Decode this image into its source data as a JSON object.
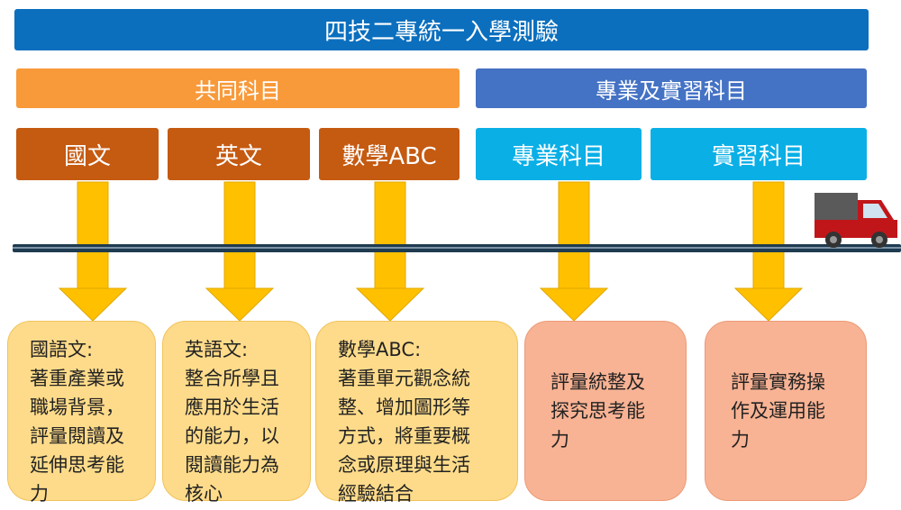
{
  "header": {
    "title": "四技二專統一入學測驗"
  },
  "groups": {
    "common": "共同科目",
    "professional": "專業及實習科目"
  },
  "subjects": [
    "國文",
    "英文",
    "數學ABC",
    "專業科目",
    "實習科目"
  ],
  "descriptions": [
    "國語文:\n著重產業或\n職場背景，\n評量閱讀及\n延伸思考能\n力",
    "英語文:\n整合所學且\n應用於生活\n的能力，以\n閱讀能力為\n核心",
    "數學ABC:\n著重單元觀念統\n整、增加圖形等\n方式，將重要概\n念或原理與生活\n經驗結合",
    "評量統整及\n探究思考能\n力",
    "評量實務操\n作及運用能\n力"
  ],
  "colors": {
    "title": "#0b6fbe",
    "common": "#f89a3a",
    "professional": "#4472c4",
    "common_subject": "#c55a11",
    "pro_subject": "#0aafe6",
    "arrow": "#ffc000",
    "road": "#1f3b50",
    "desc_common": "#fedb8a",
    "desc_pro": "#f8b394",
    "truck": "#c0161a"
  }
}
